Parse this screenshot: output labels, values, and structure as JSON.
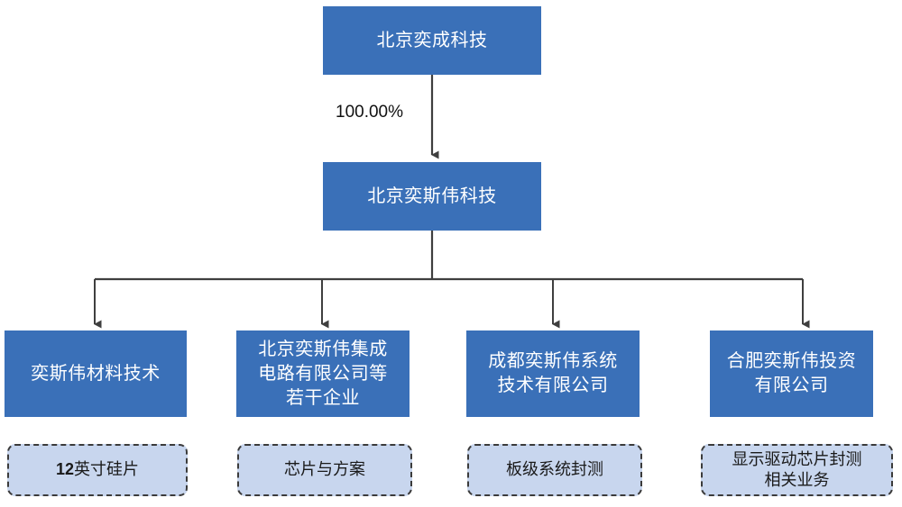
{
  "diagram": {
    "type": "org-chart",
    "title": "",
    "colors": {
      "node_fill": "#3A70B8",
      "node_text": "#FFFFFF",
      "business_fill": "#C8D6EE",
      "business_border": "#3B3B3B",
      "connector": "#3F3F3F",
      "background": "#FFFFFF"
    },
    "root": {
      "label": "北京奕成科技"
    },
    "edge_labels": [
      {
        "from": "北京奕成科技",
        "to": "北京奕斯伟科技",
        "value": "100.00%"
      }
    ],
    "parent": {
      "label": "北京奕斯伟科技"
    },
    "subsidiaries": [
      {
        "label": "奕斯伟材料技术",
        "business": "12英寸硅片",
        "business_lead": "12",
        "business_rest": "英寸硅片"
      },
      {
        "label": "北京奕斯伟集成\n电路有限公司等\n若干企业",
        "business": "芯片与方案",
        "business_lead": "",
        "business_rest": "芯片与方案"
      },
      {
        "label": "成都奕斯伟系统\n技术有限公司",
        "business": "板级系统封测",
        "business_lead": "",
        "business_rest": "板级系统封测"
      },
      {
        "label": "合肥奕斯伟投资\n有限公司",
        "business": "显示驱动芯片封测\n相关业务",
        "business_lead": "",
        "business_rest": "显示驱动芯片封测\n相关业务"
      }
    ]
  }
}
